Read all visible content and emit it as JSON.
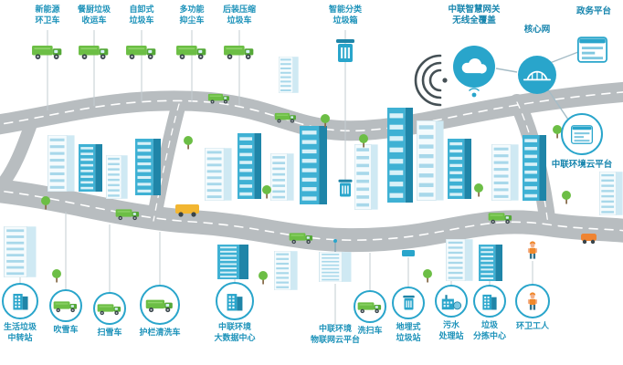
{
  "colors": {
    "teal": "#29a5cb",
    "teal_dark": "#1f85a8",
    "green": "#6cbe45",
    "road_gray": "#b8bdc0",
    "label_text": "#1e93ba",
    "orange": "#f0882a"
  },
  "top_callouts": [
    {
      "label": "新能源\n环卫车",
      "icon": "truck-icon"
    },
    {
      "label": "餐厨垃圾\n收运车",
      "icon": "truck-icon"
    },
    {
      "label": "自卸式\n垃圾车",
      "icon": "truck-icon"
    },
    {
      "label": "多功能\n抑尘车",
      "icon": "truck-icon"
    },
    {
      "label": "后装压缩\n垃圾车",
      "icon": "truck-icon"
    },
    {
      "label": "智能分类\n垃圾箱",
      "icon": "bin-icon"
    }
  ],
  "network": {
    "gateway_label": "中联智慧网关\n无线全覆盖",
    "core_label": "核心网",
    "gov_label": "政务平台",
    "cloud_platform_label": "中联环境云平台"
  },
  "bottom_callouts": [
    {
      "label": "生活垃圾\n中转站",
      "icon": "building-icon"
    },
    {
      "label": "吹雪车",
      "icon": "truck-icon"
    },
    {
      "label": "扫雪车",
      "icon": "truck-icon"
    },
    {
      "label": "护栏清洗车",
      "icon": "truck-icon"
    },
    {
      "label": "中联环境\n大数据中心",
      "icon": "building-icon"
    },
    {
      "label": "中联环境\n物联网云平台",
      "icon": "building-icon"
    },
    {
      "label": "洗扫车",
      "icon": "truck-icon"
    },
    {
      "label": "地埋式\n垃圾站",
      "icon": "bin-icon"
    },
    {
      "label": "污水\n处理站",
      "icon": "plant-icon"
    },
    {
      "label": "垃圾\n分拣中心",
      "icon": "building-icon"
    },
    {
      "label": "环卫工人",
      "icon": "worker-icon"
    }
  ]
}
